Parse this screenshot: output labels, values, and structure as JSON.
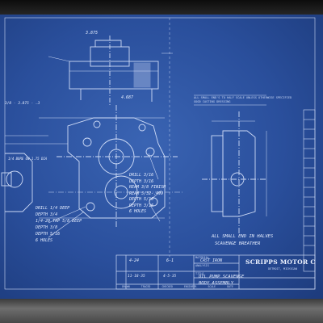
{
  "colors": {
    "paper": "#2a4f9c",
    "line": "#dfe9ff",
    "edge": "#1a1a1a"
  },
  "drawing": {
    "company": "SCRIPPS MOTOR C",
    "location": "DETROIT, MICHIGAN",
    "title_label": "TITLE",
    "title_line1": "OIL PUMP SCAVENGE",
    "title_line2": "BODY ASSEMBLY",
    "material_label": "MATERIAL",
    "material": "CAST IRON",
    "analysis_label": "ANALYSIS",
    "row1_left": "4-24",
    "row1_mid": "6-1",
    "row2_left": "11-18-35",
    "row2_mid": "4-5-35",
    "footer_labels": [
      "DRAWN",
      "TRACED",
      "CHECKED",
      "ENGINEER",
      "SCALE",
      "DATE"
    ],
    "general_note": "ALL SMALL END'S TO HALF SCALE UNLESS OTHERWISE SPECIFIED",
    "general_note2": "GOOD CASTING DRESSING",
    "right_note": "ALL SMALL END IN HALVES",
    "right_note2": "SCAVENGE BREATHER",
    "left_callout": [
      "DRILL 1/4 DEEP",
      "DEPTH 3/4",
      "1/4-20 TAP 5/8 DEEP",
      "DEPTH 3/8",
      "DEPTH 5/16",
      "6 HOLES"
    ],
    "right_callout": [
      "DRILL 3/16",
      "DEPTH 3/16",
      "REAM 3/8 FINISH",
      "REAM 5/32-.499",
      "DEPTH 5/16",
      "DEPTH 3/16",
      "6 HOLES"
    ],
    "top_dim": "3.875",
    "mid_dim": "4.687",
    "left_dim": "3/8 - 3.875 - .3",
    "small_note": "1/4 BORE ON 1.75 DIA"
  }
}
